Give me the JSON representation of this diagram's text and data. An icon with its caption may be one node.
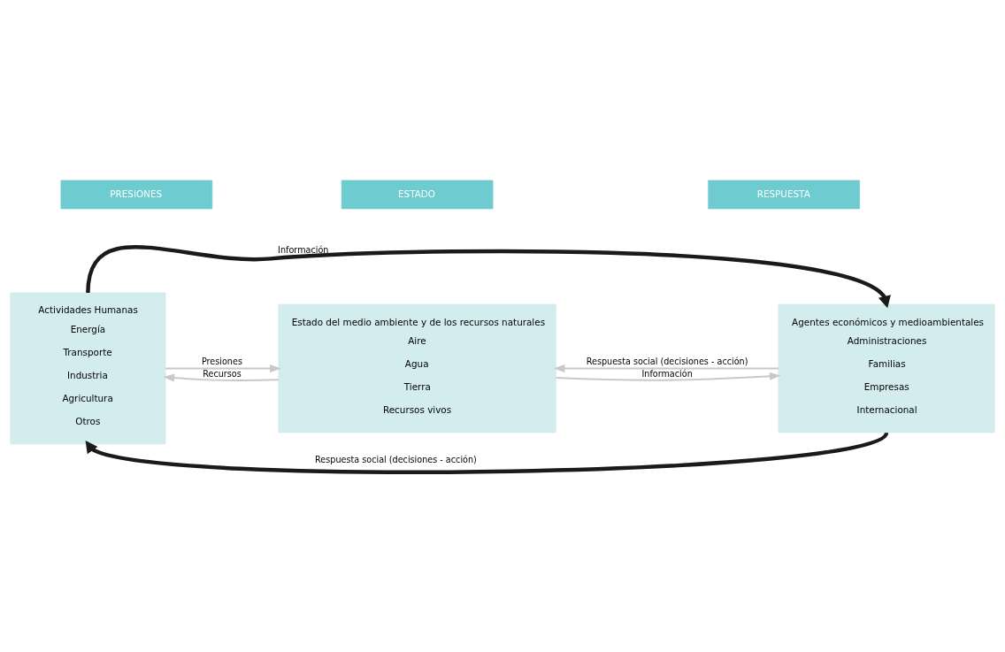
{
  "diagram": {
    "nodes": [
      {
        "text": [
          "PRESIONES"
        ]
      },
      {
        "text": [
          "ESTADO"
        ]
      },
      {
        "text": [
          "RESPUESTA"
        ]
      },
      {
        "text": [
          "Actividades Humanas",
          "Energía",
          "Transporte",
          "Industria",
          "Agricultura",
          "Otros"
        ]
      },
      {
        "text": [
          "Estado del medio ambiente y de los recursos naturales",
          "Aire",
          "Agua",
          "Tierra",
          "Recursos vivos"
        ]
      },
      {
        "text": [
          "Agentes económicos y medioambientales",
          "Administraciones",
          "Familias",
          "Empresas",
          "Internacional"
        ]
      }
    ],
    "edges": [
      {
        "from": 3,
        "to": 5,
        "arrow": "to",
        "label": "Información",
        "style": "thick",
        "color": "#1a1a1a"
      },
      {
        "from": 3,
        "to": 4,
        "arrow": "to",
        "label": "Presiones"
      },
      {
        "from": 4,
        "to": 5,
        "arrow": "to",
        "label": "Información"
      },
      {
        "from": 5,
        "to": 4,
        "arrow": "to",
        "label": "Respuesta social (decisiones - acción)"
      },
      {
        "from": 4,
        "to": 3,
        "arrow": "to",
        "label": "Recursos"
      },
      {
        "from": 5,
        "to": 3,
        "arrow": "to",
        "label": "Respuesta social (decisiones - acción)",
        "style": "thick",
        "color": "#1a1a1a"
      }
    ]
  }
}
